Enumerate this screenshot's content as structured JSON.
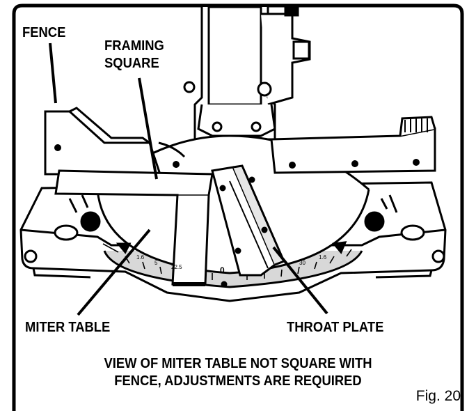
{
  "labels": {
    "fence": "FENCE",
    "framing_square_line1": "FRAMING",
    "framing_square_line2": "SQUARE",
    "miter_table": "MITER TABLE",
    "throat_plate": "THROAT PLATE"
  },
  "caption": {
    "line1": "VIEW OF MITER TABLE NOT SQUARE WITH",
    "line2": "FENCE, ADJUSTMENTS ARE REQUIRED"
  },
  "figure_number": "Fig. 20",
  "scale_marks": {
    "center": "0",
    "left": [
      "1.6",
      "5",
      "22.5"
    ],
    "right": [
      "30",
      "1.6"
    ]
  },
  "colors": {
    "ink": "#000000",
    "paper": "#ffffff",
    "shade": "#bdbdbd"
  }
}
